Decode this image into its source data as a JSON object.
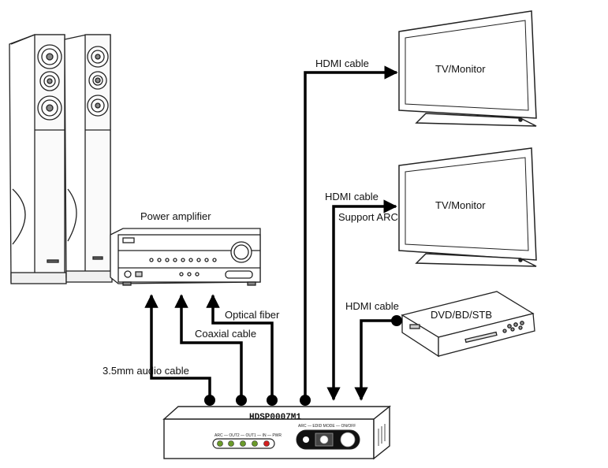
{
  "labels": {
    "hdmi_top": "HDMI cable",
    "tv_top": "TV/Monitor",
    "hdmi_mid": "HDMI cable",
    "support_arc": "Support ARC",
    "tv_mid": "TV/Monitor",
    "hdmi_dvd": "HDMI cable",
    "dvd": "DVD/BD/STB",
    "power_amplifier": "Power amplifier",
    "optical_fiber": "Optical fiber",
    "coaxial_cable": "Coaxial cable",
    "audio_cable": "3.5mm audio cable",
    "device_model": "HDSP0007M1"
  },
  "device_panel": {
    "left_port_labels": "ARC — OUT2 — OUT1 — IN — PWR",
    "right_port_labels": "ARC — EDID MODE — ON/OFF"
  },
  "colors": {
    "line": "#000000",
    "power_led": "#d42020",
    "status_led": "#6a9a2a"
  }
}
